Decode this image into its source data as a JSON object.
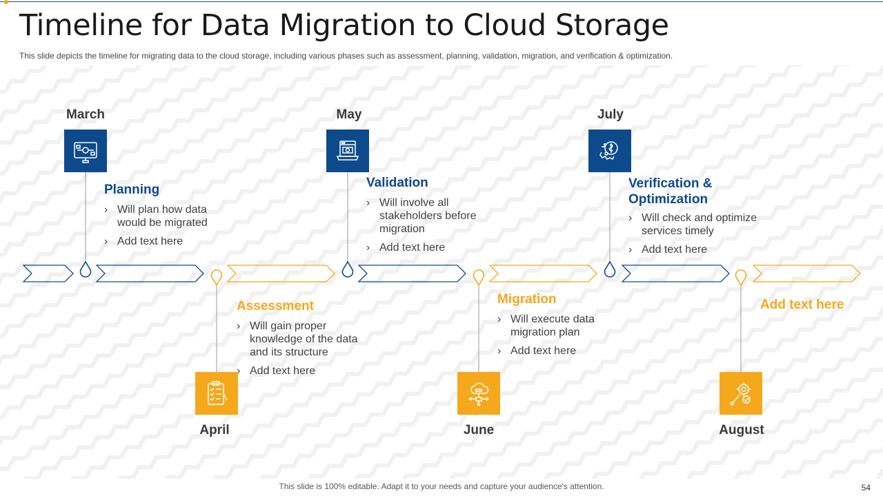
{
  "header": {
    "title": "Timeline for Data Migration to Cloud Storage",
    "subtitle": "This slide depicts the timeline for migrating data to the cloud storage, including various  phases such as assessment, planning, validation,  migration, and verification  & optimization."
  },
  "colors": {
    "blue": "#0d4a8c",
    "orange": "#f5a81c",
    "text": "#404040"
  },
  "phases": [
    {
      "month": "March",
      "title": "Planning",
      "color": "blue",
      "icon": "workflow-diagram-icon",
      "bullets": [
        "Will plan how data would be migrated",
        "Add text here"
      ]
    },
    {
      "month": "April",
      "title": "Assessment",
      "color": "orange",
      "icon": "checklist-clipboard-icon",
      "bullets": [
        "Will gain proper knowledge of the data and its structure",
        "Add text here"
      ]
    },
    {
      "month": "May",
      "title": "Validation",
      "color": "blue",
      "icon": "laptop-browser-icon",
      "bullets": [
        "Will involve all stakeholders before migration",
        "Add text here"
      ]
    },
    {
      "month": "June",
      "title": "Migration",
      "color": "orange",
      "icon": "cloud-network-icon",
      "bullets": [
        "Will execute data migration plan",
        "Add text here"
      ]
    },
    {
      "month": "July",
      "title": "Verification & Optimization",
      "color": "blue",
      "icon": "gear-dollar-icon",
      "bullets": [
        "Will check and optimize services timely",
        "Add text here"
      ]
    },
    {
      "month": "August",
      "title": "Add text here",
      "color": "orange",
      "icon": "settings-tools-icon",
      "bullets": []
    }
  ],
  "footer": {
    "note": "This slide is 100% editable. Adapt it to your needs and capture your audience's attention.",
    "page": "54"
  }
}
